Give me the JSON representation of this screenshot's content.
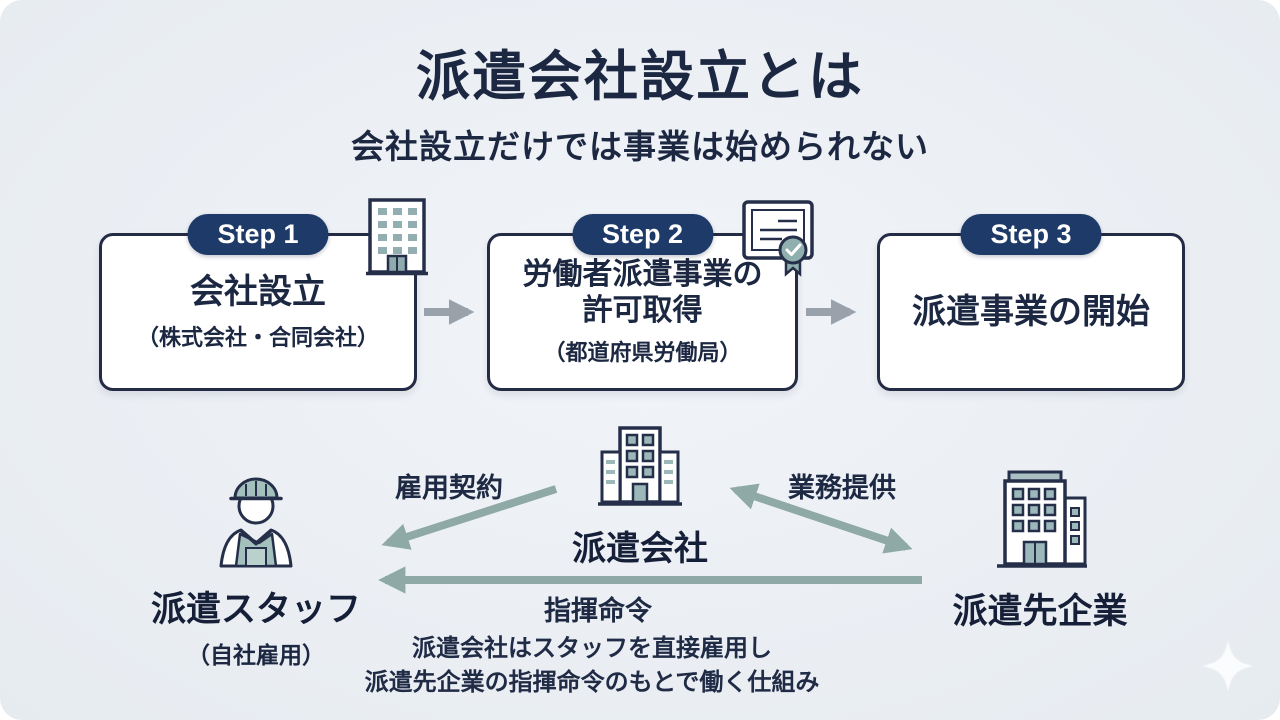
{
  "page": {
    "title": "派遣会社設立とは",
    "subtitle": "会社設立だけでは事業は始められない"
  },
  "steps": [
    {
      "badge": "Step 1",
      "title": "会社設立",
      "note": "（株式会社・合同会社）"
    },
    {
      "badge": "Step 2",
      "title": "労働者派遣事業の\n許可取得",
      "note": "（都道府県労働局）"
    },
    {
      "badge": "Step 3",
      "title": "派遣事業の開始",
      "note": ""
    }
  ],
  "diagram": {
    "agency": {
      "label": "派遣会社"
    },
    "staff": {
      "label": "派遣スタッフ",
      "note": "（自社雇用）"
    },
    "client": {
      "label": "派遣先企業"
    },
    "edge_employment": "雇用契約",
    "edge_service": "業務提供",
    "edge_command": "指揮命令",
    "note": "派遣会社はスタッフを直接雇用し\n派遣先企業の指揮命令のもとで働く仕組み"
  },
  "icons": {
    "step1": "office-building-icon",
    "step2": "license-certificate-icon",
    "agency": "agency-building-icon",
    "staff": "worker-icon",
    "client": "client-building-icon",
    "decoration": "sparkle-icon"
  },
  "colors": {
    "background": "#ebeff4",
    "text_navy": "#1c2742",
    "badge_navy": "#1e3a68",
    "box_border": "#232c44",
    "arrow_teal": "#8ea9a6",
    "arrow_gray": "#99a1ab",
    "icon_accent": "#9cb8ba"
  }
}
